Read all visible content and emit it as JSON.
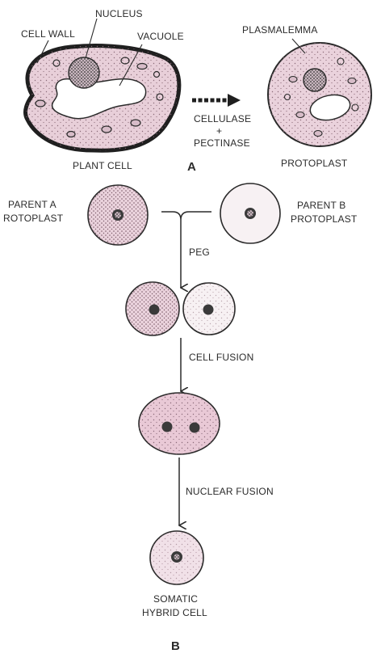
{
  "part_a": {
    "labels": {
      "nucleus": "NUCLEUS",
      "cell_wall": "CELL WALL",
      "vacuole": "VACUOLE",
      "plasmalemma": "PLASMALEMMA",
      "cellulase": "CELLULASE",
      "plus": "+",
      "pectinase": "PECTINASE",
      "plant_cell": "PLANT CELL",
      "protoplast": "PROTOPLAST"
    },
    "panel_letter": "A"
  },
  "part_b": {
    "labels": {
      "parent_a_line1": "PARENT A",
      "parent_a_line2": "ROTOPLAST",
      "parent_b_line1": "PARENT B",
      "parent_b_line2": "PROTOPLAST",
      "peg": "PEG",
      "cell_fusion": "CELL FUSION",
      "nuclear_fusion": "NUCLEAR FUSION",
      "somatic_line1": "SOMATIC",
      "somatic_line2": "HYBRID CELL"
    },
    "panel_letter": "B"
  },
  "colors": {
    "cell_pink": "#ead2dc",
    "cell_pink_light": "#f0e0e7",
    "outline": "#2a2a2a",
    "nucleus": "#3a3a3a"
  }
}
